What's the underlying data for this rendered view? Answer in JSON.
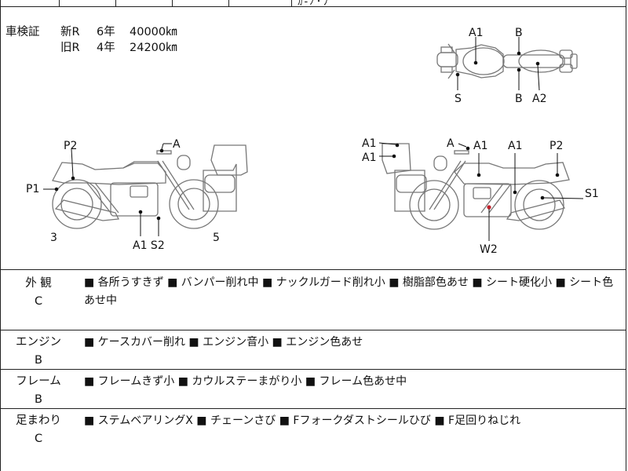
{
  "top_fragment": "ｶ‐ﾉ･ﾌﾟ",
  "inspection": {
    "label": "車検証",
    "rows": [
      {
        "rank": "新R",
        "years": "6年",
        "value": "40000㎞"
      },
      {
        "rank": "旧R",
        "years": "4年",
        "value": "24200㎞"
      }
    ]
  },
  "diagram_labels": {
    "top_view": {
      "a1": "A1",
      "b_top": "B",
      "s": "S",
      "b_bottom": "B",
      "a2": "A2"
    },
    "left_view": {
      "p2": "P2",
      "a": "A",
      "p1": "P1",
      "n3": "3",
      "a1s2": "A1 S2",
      "n5": "5"
    },
    "right_view": {
      "a1_1": "A1",
      "a1_2": "A1",
      "a": "A",
      "a1_3": "A1",
      "a1_4": "A1",
      "p2": "P2",
      "s1": "S1",
      "w2": "W2"
    }
  },
  "sections": [
    {
      "name": "外 観",
      "grade": "C",
      "notes": "■ 各所うすきず ■ バンパー削れ中 ■ ナックルガード削れ小 ■ 樹脂部色あせ ■ シート硬化小 ■ シート色あせ中"
    },
    {
      "name": "エンジン",
      "grade": "B",
      "notes": "■ ケースカバー削れ ■ エンジン音小 ■ エンジン色あせ"
    },
    {
      "name": "フレーム",
      "grade": "B",
      "notes": "■ フレームきず小 ■ カウルステーまがり小 ■ フレーム色あせ中"
    },
    {
      "name": "足まわり",
      "grade": "C",
      "notes": "■ ステムベアリングX ■ チェーンさび ■ Fフォークダストシールひび ■ F足回りねじれ"
    }
  ]
}
